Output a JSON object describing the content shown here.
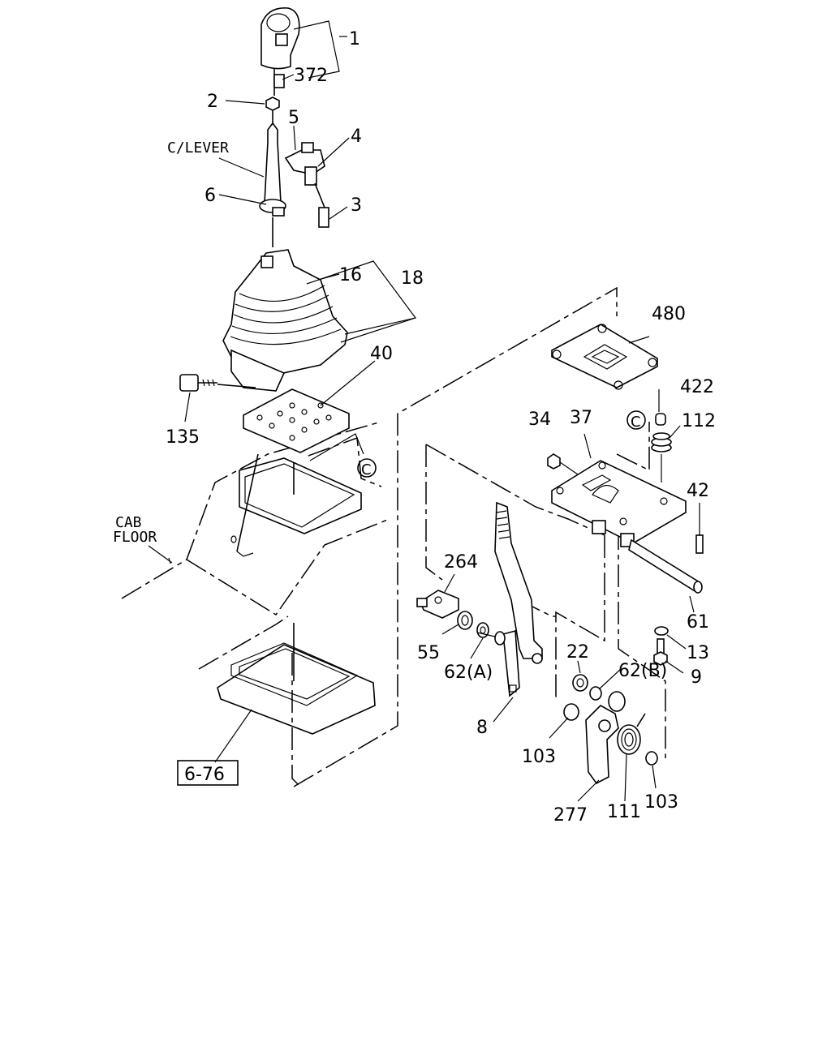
{
  "labels": {
    "p1": "1",
    "p372": "372",
    "p2": "2",
    "p5": "5",
    "p4": "4",
    "clever": "C/LEVER",
    "p6": "6",
    "p3": "3",
    "p16": "16",
    "p18": "18",
    "p40": "40",
    "p135": "135",
    "cab": "CAB",
    "floor": "FLOOR",
    "p480": "480",
    "p422": "422",
    "p34": "34",
    "p37": "37",
    "c1": "C",
    "c2": "C",
    "p112": "112",
    "p42": "42",
    "p264": "264",
    "p61": "61",
    "p55": "55",
    "p62a": "62(A)",
    "p22": "22",
    "p62b": "62(B)",
    "p13": "13",
    "p9": "9",
    "p8": "8",
    "p103a": "103",
    "p277": "277",
    "p111": "111",
    "p103b": "103",
    "ref": "6-76"
  }
}
